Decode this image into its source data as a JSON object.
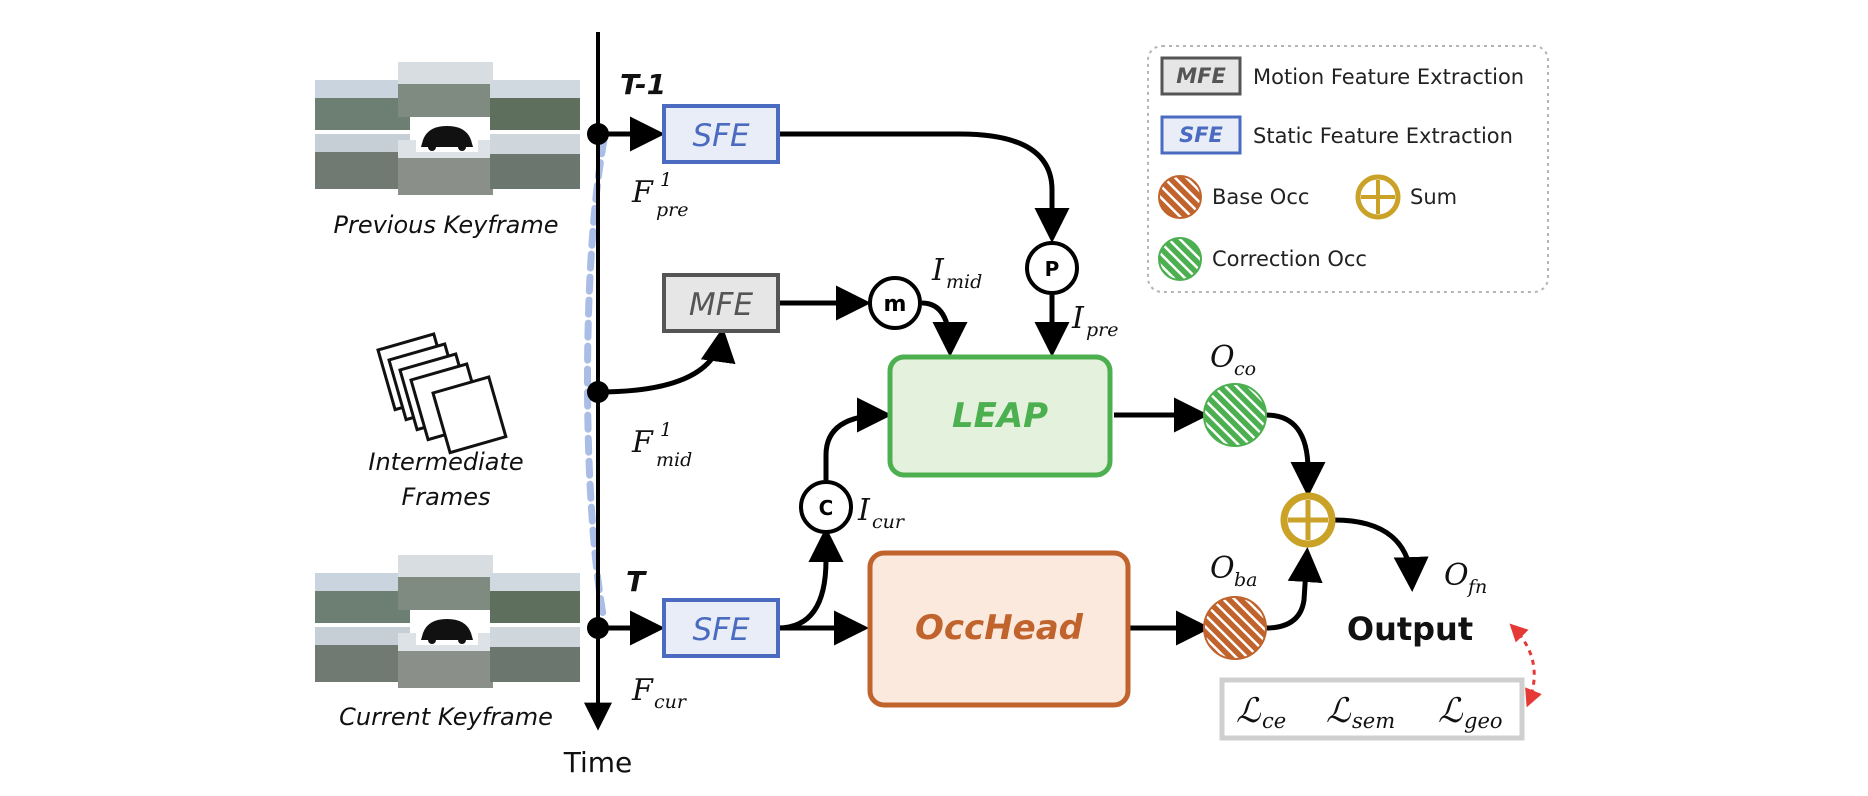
{
  "colors": {
    "sfe_fill": "#e8edf8",
    "sfe_stroke": "#4a6bbf",
    "sfe_text": "#4a6bbf",
    "mfe_fill": "#e6e6e6",
    "mfe_stroke": "#555555",
    "mfe_text": "#555555",
    "leap_fill": "#e3f1dd",
    "leap_stroke": "#4caf50",
    "leap_text": "#4caf50",
    "occ_fill": "#fbe9dd",
    "occ_stroke": "#c0632c",
    "occ_text": "#c0632c",
    "base_occ": "#c0632c",
    "correction_occ": "#4caf50",
    "sum": "#c9a227",
    "dashed_path": "#a9bde6",
    "loss_arrow": "#e53935"
  },
  "legend": {
    "mfe_tag": "MFE",
    "mfe_text": "Motion Feature Extraction",
    "sfe_tag": "SFE",
    "sfe_text": "Static Feature Extraction",
    "base_occ": "Base Occ",
    "sum": "Sum",
    "correction_occ": "Correction Occ"
  },
  "timeline": {
    "t_minus_1": "T-1",
    "t": "T",
    "time_label": "Time"
  },
  "inputs": {
    "previous_keyframe": "Previous Keyframe",
    "intermediate_frames_1": "Intermediate",
    "intermediate_frames_2": "Frames",
    "current_keyframe": "Current Keyframe"
  },
  "features": {
    "f_pre_base": "F",
    "f_pre_sup": "1",
    "f_pre_sub": "pre",
    "f_mid_base": "F",
    "f_mid_sup": "1",
    "f_mid_sub": "mid",
    "f_cur_base": "F",
    "f_cur_sub": "cur",
    "i_mid_base": "I",
    "i_mid_sub": "mid",
    "i_pre_base": "I",
    "i_pre_sub": "pre",
    "i_cur_base": "I",
    "i_cur_sub": "cur",
    "o_co_base": "O",
    "o_co_sub": "co",
    "o_ba_base": "O",
    "o_ba_sub": "ba",
    "o_fn_base": "O",
    "o_fn_sub": "fn"
  },
  "modules": {
    "sfe_top": "SFE",
    "mfe": "MFE",
    "sfe_bottom": "SFE",
    "leap": "LEAP",
    "occhead": "OccHead",
    "op_m": "m",
    "op_p": "P",
    "op_c": "C"
  },
  "output": {
    "label": "Output",
    "loss_1_base": "ℒ",
    "loss_1_sub": "ce",
    "loss_2_base": "ℒ",
    "loss_2_sub": "sem",
    "loss_3_base": "ℒ",
    "loss_3_sub": "geo"
  }
}
